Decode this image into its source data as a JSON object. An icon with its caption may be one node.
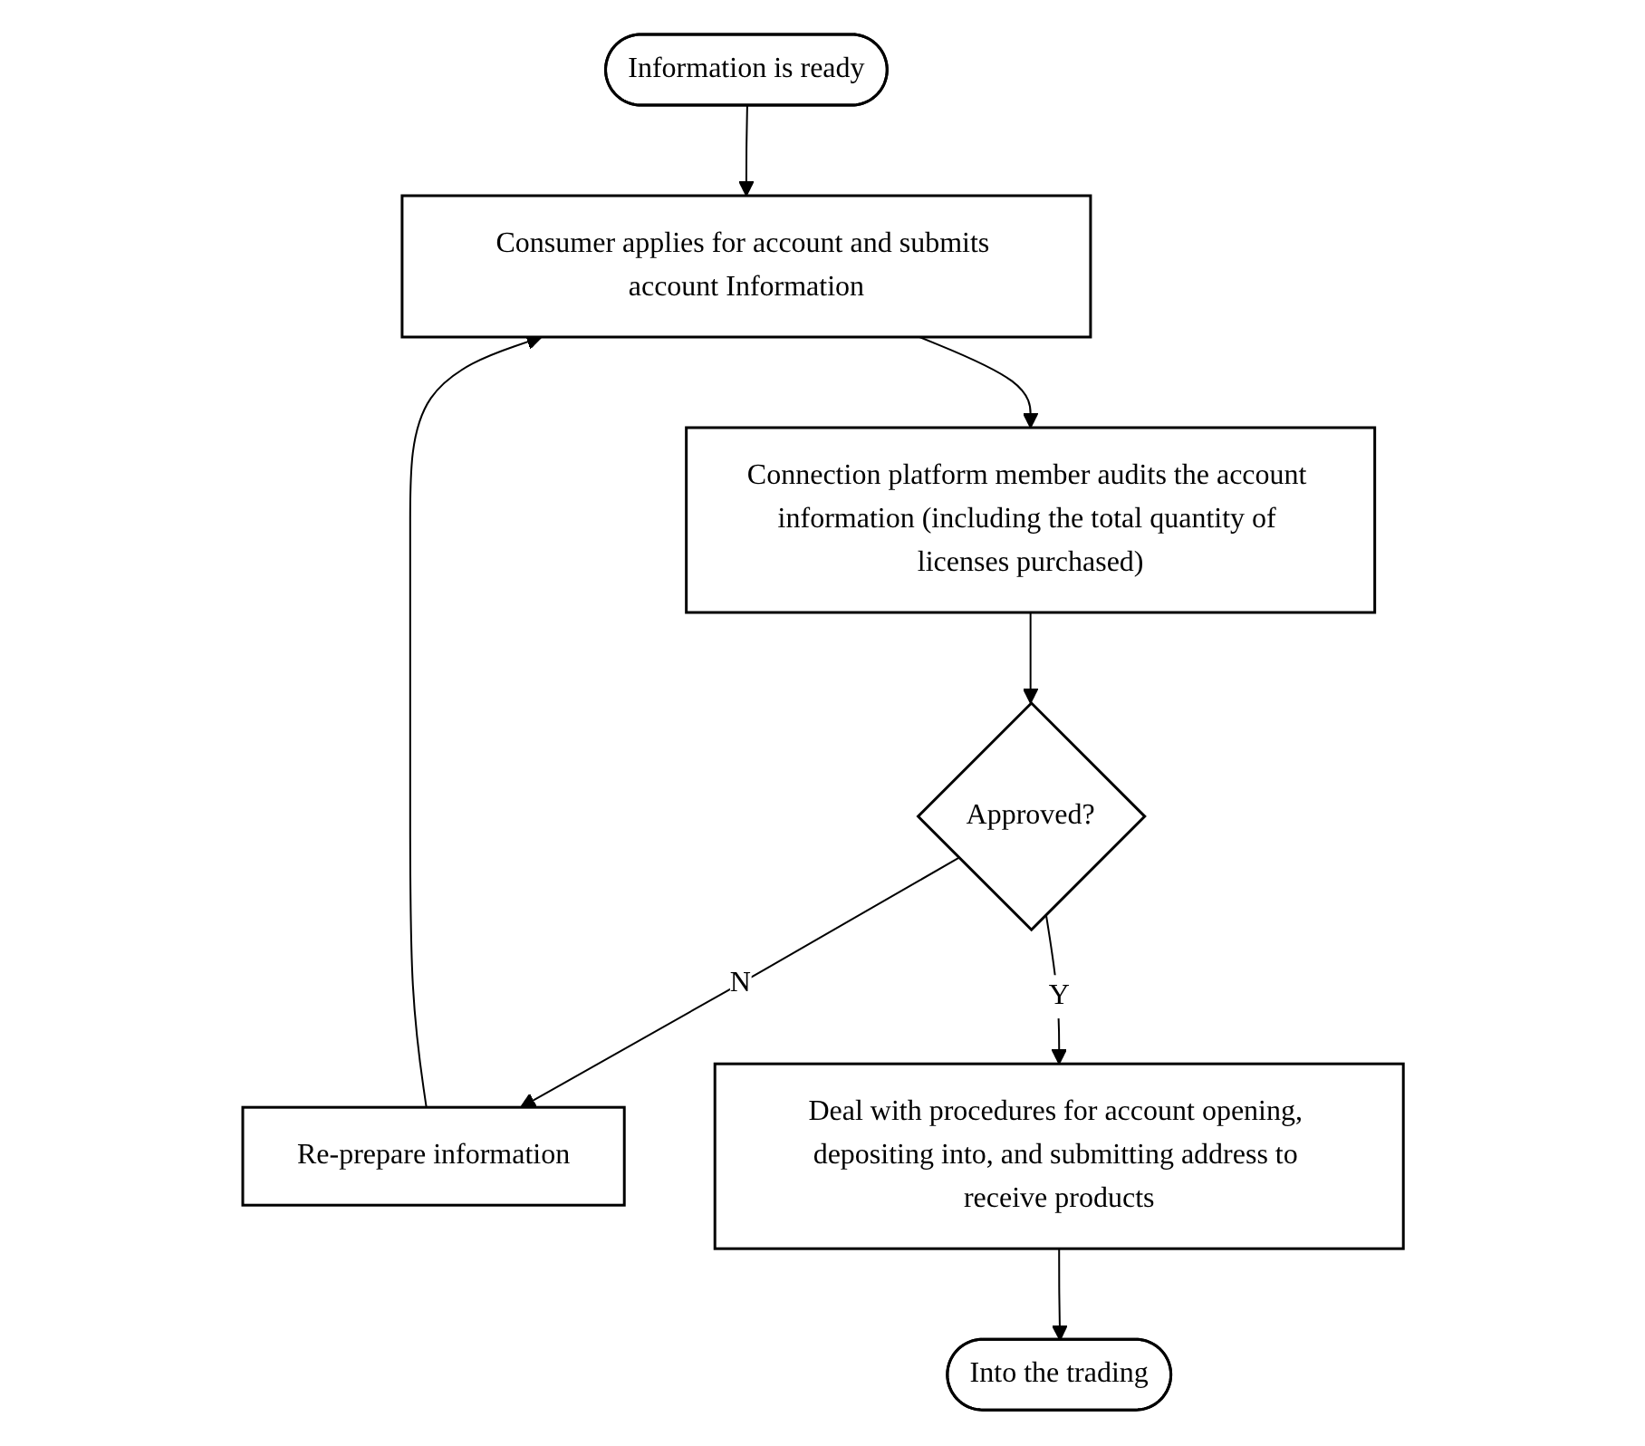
{
  "diagram": {
    "nodes": [
      {
        "text": [
          "Information is ready"
        ]
      },
      {
        "text": [
          "Consumer applies for account and submits account Information"
        ]
      },
      {
        "text": [
          "Connection platform member audits the account information (including the total quantity of licenses purchased)"
        ]
      },
      {
        "text": [
          "Approved?"
        ]
      },
      {
        "text": [
          "Re-prepare information"
        ]
      },
      {
        "text": [
          "Deal with procedures for account opening, depositing into, and submitting address to receive products"
        ]
      },
      {
        "text": [
          "Into the trading"
        ]
      }
    ],
    "edges": [
      {
        "from": 0,
        "to": 1,
        "arrow": "to"
      },
      {
        "from": 1,
        "to": 2,
        "arrow": "to"
      },
      {
        "from": 2,
        "to": 3,
        "arrow": "to"
      },
      {
        "from": 3,
        "to": 4,
        "arrow": "to",
        "label": "N"
      },
      {
        "from": 4,
        "to": 1,
        "arrow": "to"
      },
      {
        "from": 3,
        "to": 5,
        "arrow": "to",
        "label": "Y"
      },
      {
        "from": 5,
        "to": 6,
        "arrow": "to"
      }
    ]
  }
}
